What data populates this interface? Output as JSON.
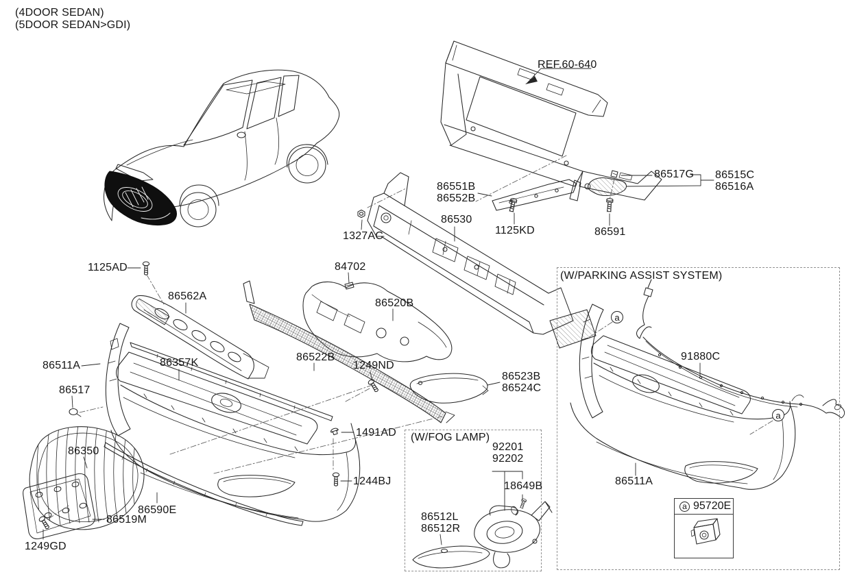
{
  "page": {
    "variant_line1": "(4DOOR SEDAN)",
    "variant_line2": "(5DOOR SEDAN>GDI)"
  },
  "reference": {
    "label": "REF.60-640"
  },
  "sections": {
    "fog_lamp_title": "(W/FOG LAMP)",
    "parking_assist_title": "(W/PARKING ASSIST SYSTEM)"
  },
  "markers": {
    "a": "a"
  },
  "parts": {
    "86551B": "86551B",
    "86552B": "86552B",
    "86517G": "86517G",
    "86515C": "86515C",
    "86516A": "86516A",
    "86591": "86591",
    "1125KD": "1125KD",
    "86530": "86530",
    "1327AC": "1327AC",
    "84702": "84702",
    "1125AD": "1125AD",
    "86562A": "86562A",
    "86520B": "86520B",
    "86522B": "86522B",
    "1249ND": "1249ND",
    "86523B": "86523B",
    "86524C": "86524C",
    "86511A": "86511A",
    "86357K": "86357K",
    "86517": "86517",
    "86350": "86350",
    "86590E": "86590E",
    "86519M": "86519M",
    "1249GD": "1249GD",
    "1491AD": "1491AD",
    "1244BJ": "1244BJ",
    "92201": "92201",
    "92202": "92202",
    "18649B": "18649B",
    "86512L": "86512L",
    "86512R": "86512R",
    "91880C": "91880C",
    "95720E": "95720E"
  }
}
